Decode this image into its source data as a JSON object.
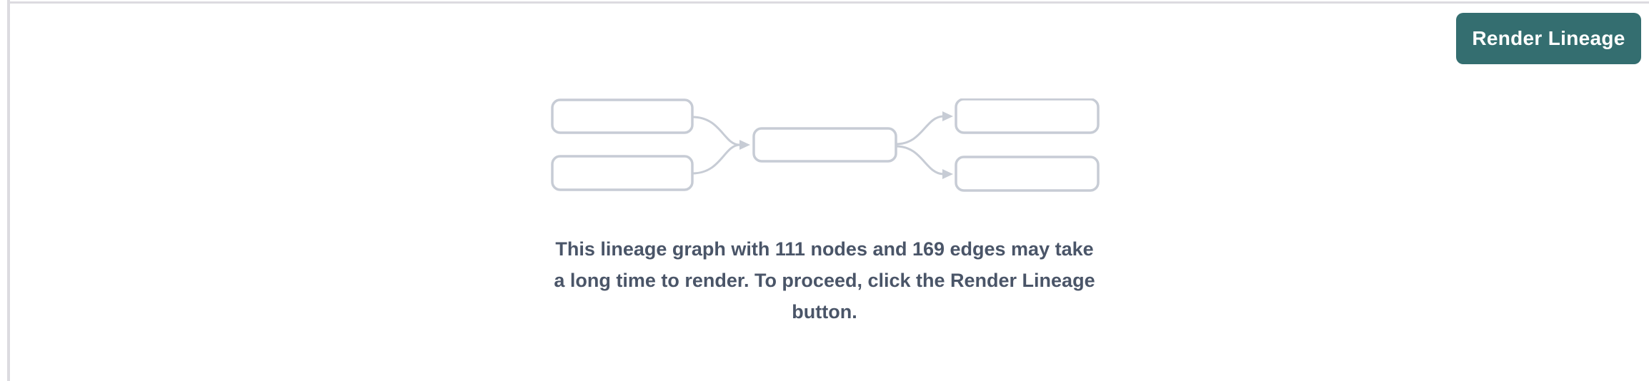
{
  "theme": {
    "accent": "#346e70",
    "on_accent": "#ffffff",
    "divider": "#dcdbe0",
    "muted_line": "#c7ccd5",
    "text": "#4a5568"
  },
  "toolbar": {
    "render_button_label": "Render Lineage"
  },
  "empty_state": {
    "illustration": {
      "type": "lineage-graph-placeholder",
      "left_nodes": 2,
      "middle_nodes": 1,
      "right_nodes": 2,
      "node_fill": "#ffffff",
      "node_border_color": "#c7ccd5",
      "edge_color": "#c7ccd5"
    },
    "node_count": 111,
    "edge_count": 169,
    "message_full": "This lineage graph with 111 nodes and 169 edges may take a long time to render. To proceed, click the Render Lineage button.",
    "message_lines": [
      "This lineage graph with 111 nodes and 169 edges may take",
      "a long time to render. To proceed, click the Render Lineage",
      "button."
    ]
  }
}
